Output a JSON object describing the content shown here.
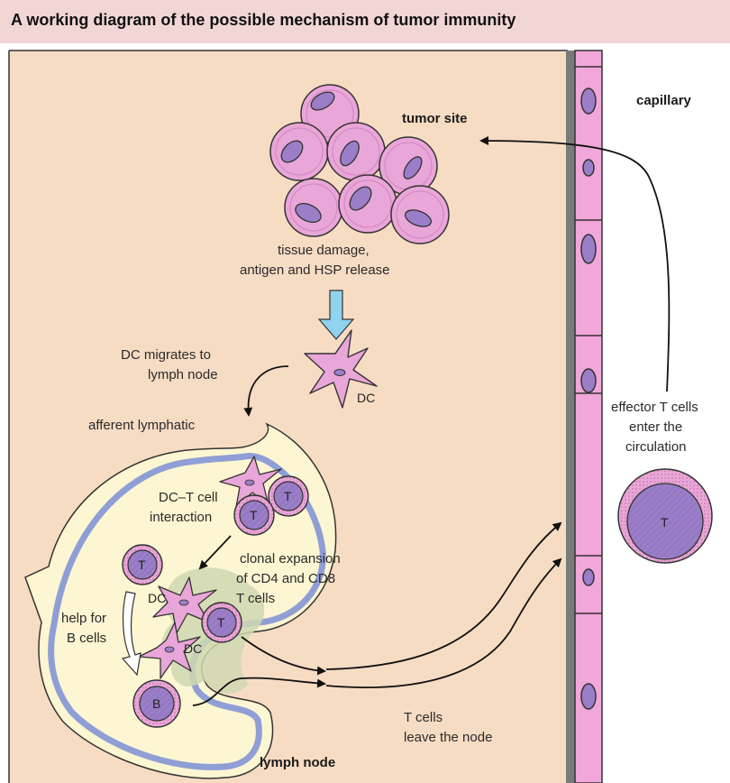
{
  "title": "A working diagram of the possible mechanism of tumor immunity",
  "labels": {
    "tumor_site": "tumor site",
    "capillary": "capillary",
    "tissue_damage_1": "tissue damage,",
    "tissue_damage_2": "antigen and HSP release",
    "dc_migrates_1": "DC migrates to",
    "dc_migrates_2": "lymph node",
    "dc": "DC",
    "afferent": "afferent lymphatic",
    "dc_t_1": "DC–T cell",
    "dc_t_2": "interaction",
    "clonal_1": "clonal expansion",
    "clonal_2": "of CD4 and CD8",
    "clonal_3": "T cells",
    "help_1": "help for",
    "help_2": "B cells",
    "t_leave_1": "T cells",
    "t_leave_2": "leave the node",
    "lymph_node": "lymph node",
    "effector_1": "effector T cells",
    "effector_2": "enter  the",
    "effector_3": "circulation",
    "t": "T",
    "b": "B"
  },
  "colors": {
    "tissue": "#f7dcc4",
    "title_bar": "#f2d6d6",
    "cell_pink": "#e9a6d8",
    "nucleus": "#9b7ec8",
    "node_fill": "#fdf6d2",
    "node_rim": "#8f9fd6",
    "arrow_blue": "#8fd3ee",
    "germinal": "#cfd8b2"
  }
}
